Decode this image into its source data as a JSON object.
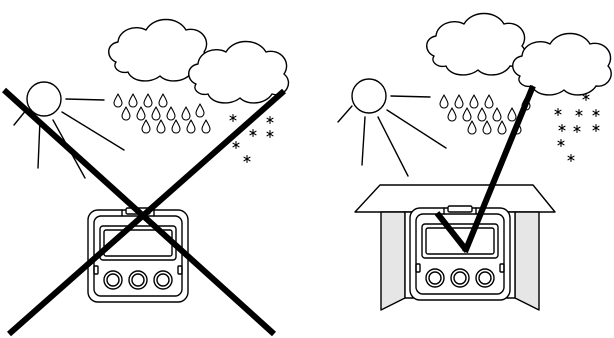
{
  "figure": {
    "panels": [
      {
        "verdict": "incorrect",
        "mark": "cross-mark",
        "device": "unprotected",
        "weather": [
          "sun",
          "clouds",
          "rain",
          "snow"
        ]
      },
      {
        "verdict": "correct",
        "mark": "check-mark",
        "device": "under-canopy",
        "weather": [
          "sun",
          "clouds",
          "rain",
          "snow"
        ]
      }
    ]
  },
  "colors": {
    "stroke": "#000000",
    "fill": "#ffffff",
    "shade": "#e6e6e6"
  }
}
